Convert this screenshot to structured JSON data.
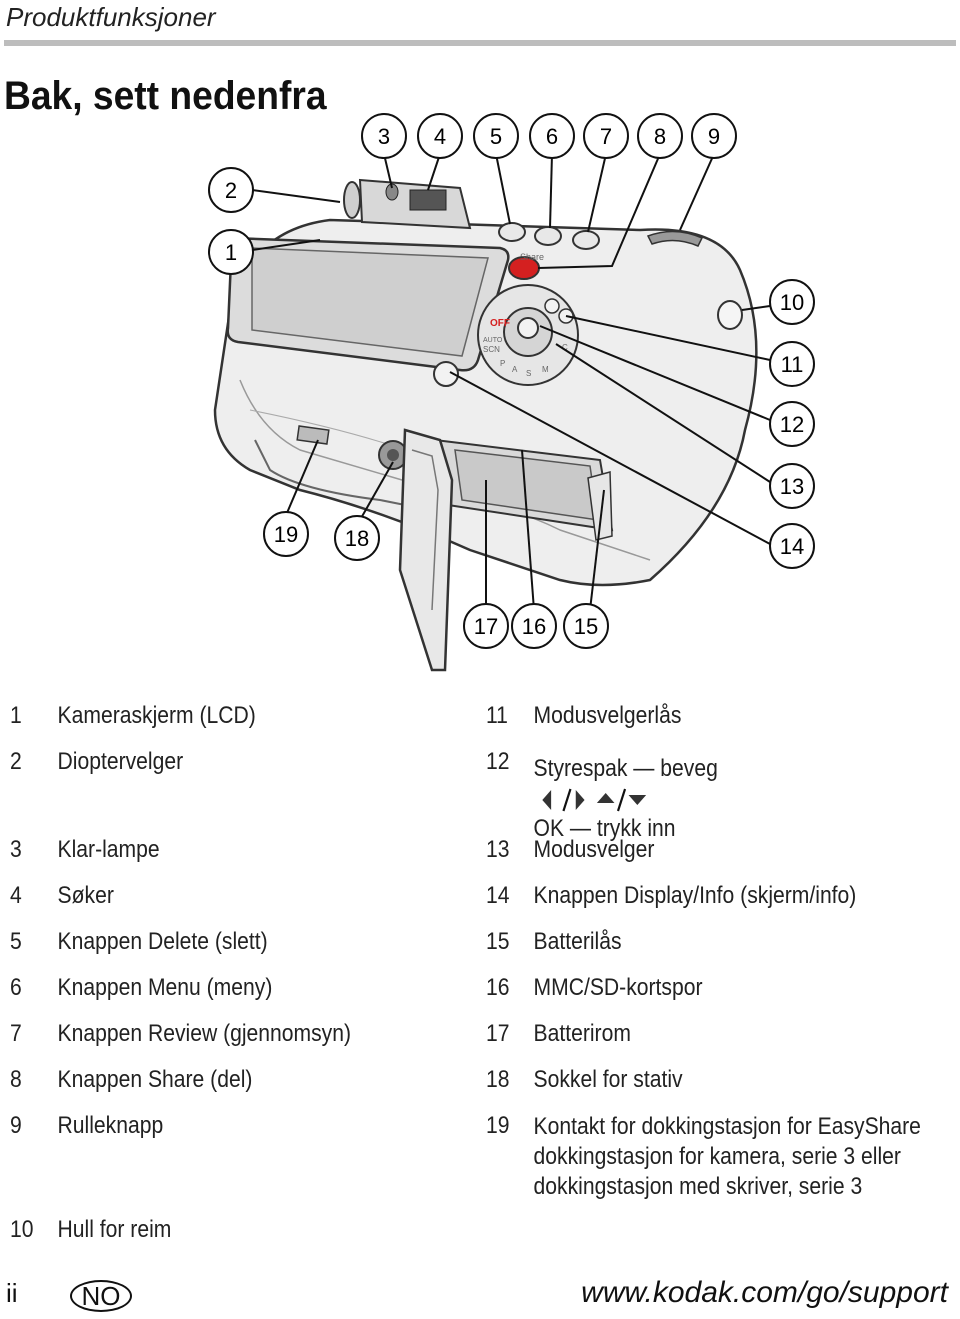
{
  "header": {
    "title": "Produktfunksjoner"
  },
  "section_title": "Bak, sett nedenfra",
  "callouts": {
    "c1": "1",
    "c2": "2",
    "c3": "3",
    "c4": "4",
    "c5": "5",
    "c6": "6",
    "c7": "7",
    "c8": "8",
    "c9": "9",
    "c10": "10",
    "c11": "11",
    "c12": "12",
    "c13": "13",
    "c14": "14",
    "c15": "15",
    "c16": "16",
    "c17": "17",
    "c18": "18",
    "c19": "19"
  },
  "camera_labels": {
    "share": "Share",
    "off": "OFF",
    "auto": "AUTO",
    "scn": "SCN",
    "mode_letters": [
      "P",
      "A",
      "S",
      "M",
      "C"
    ]
  },
  "legend": {
    "left": [
      {
        "num": "1",
        "text": "Kameraskjerm (LCD)"
      },
      {
        "num": "2",
        "text": "Dioptervelger"
      },
      {
        "num": "3",
        "text": "Klar-lampe"
      },
      {
        "num": "4",
        "text": "Søker"
      },
      {
        "num": "5",
        "text": "Knappen Delete (slett)"
      },
      {
        "num": "6",
        "text": "Knappen Menu (meny)"
      },
      {
        "num": "7",
        "text": "Knappen Review (gjennomsyn)"
      },
      {
        "num": "8",
        "text": "Knappen Share (del)"
      },
      {
        "num": "9",
        "text": "Rulleknapp"
      },
      {
        "num": "10",
        "text": "Hull for reim"
      }
    ],
    "right": [
      {
        "num": "11",
        "text": "Modusvelgerlås"
      },
      {
        "num": "12",
        "line1": "Styrespak — beveg",
        "line2": "OK — trykk inn"
      },
      {
        "num": "13",
        "text": "Modusvelger"
      },
      {
        "num": "14",
        "text": "Knappen Display/Info (skjerm/info)"
      },
      {
        "num": "15",
        "text": "Batterilås"
      },
      {
        "num": "16",
        "text": "MMC/SD-kortspor"
      },
      {
        "num": "17",
        "text": "Batterirom"
      },
      {
        "num": "18",
        "text": "Sokkel for stativ"
      },
      {
        "num": "19",
        "line1": "Kontakt for dokkingstasjon for EasyShare",
        "line2": "dokkingstasjon for kamera, serie 3 eller",
        "line3": "dokkingstasjon med skriver, serie 3"
      }
    ]
  },
  "footer": {
    "page": "ii",
    "lang_badge": "NO",
    "url": "www.kodak.com/go/support"
  }
}
